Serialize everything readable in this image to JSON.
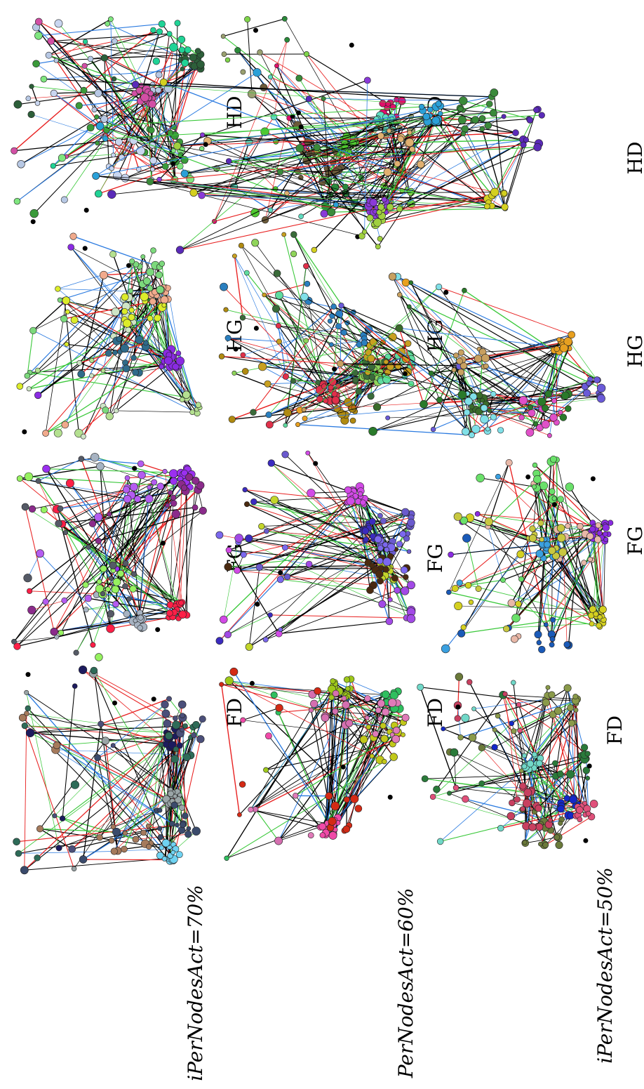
{
  "rows": [
    {
      "label": "iPerNodesAct=70%",
      "panels": [
        {
          "label": "FD",
          "palette": [
            "#1d1b5e",
            "#6fd3f2",
            "#9aa5a7",
            "#a57a5c",
            "#3a4a6b",
            "#2e6b58",
            "#4b4f7a"
          ]
        },
        {
          "label": "FG",
          "palette": [
            "#ff1f47",
            "#a7b3c2",
            "#9b30f0",
            "#8b2b8b",
            "#96f260",
            "#555a66",
            "#b45cf0"
          ]
        },
        {
          "label": "HG",
          "palette": [
            "#8a2be2",
            "#f0aa8c",
            "#b4e090",
            "#cfe5c6",
            "#dcec2a",
            "#2f6b8a",
            "#7cd97c"
          ]
        },
        {
          "label": "HD",
          "palette": [
            "#b7c8e4",
            "#2d5f3a",
            "#d24fa5",
            "#20d396",
            "#7fe67f",
            "#3a9a3a",
            "#c9d6f0"
          ]
        }
      ]
    },
    {
      "label": "PerNodesAct=60%",
      "panels": [
        {
          "label": "FD",
          "palette": [
            "#f04aa8",
            "#9ec81a",
            "#2fbf5f",
            "#d56fb0",
            "#d42a15",
            "#c2c81a",
            "#e07ab8"
          ]
        },
        {
          "label": "FG",
          "palette": [
            "#3b2bbf",
            "#c3d62a",
            "#d24ae6",
            "#6a5acd",
            "#4a2a10",
            "#7b68ee",
            "#a24ae6"
          ]
        },
        {
          "label": "HG",
          "palette": [
            "#e0304a",
            "#8fd45a",
            "#b08a10",
            "#5fdca0",
            "#2a7fbf",
            "#3a6b3a",
            "#c8a020"
          ]
        },
        {
          "label": "HD",
          "palette": [
            "#e0106a",
            "#5fdcc0",
            "#4fc830",
            "#6b5a3a",
            "#9aa070",
            "#2a8a3a",
            "#7fd44a"
          ]
        }
      ]
    },
    {
      "label": "iPerNodesAct=50%",
      "panels": [
        {
          "label": "FD",
          "palette": [
            "#1428c8",
            "#e0507a",
            "#70d8c8",
            "#6b7a3a",
            "#2a7a3a",
            "#c84060",
            "#8a9a4a"
          ]
        },
        {
          "label": "FG",
          "palette": [
            "#3aa0e0",
            "#d4d020",
            "#8a2be2",
            "#e8b8a8",
            "#6ae06a",
            "#1a5ab8",
            "#c8c840"
          ]
        },
        {
          "label": "HG",
          "palette": [
            "#6a5ad8",
            "#e8a020",
            "#3a6b2a",
            "#e050c8",
            "#80e0e8",
            "#2a7a2a",
            "#c8a060"
          ]
        },
        {
          "label": "HD",
          "palette": [
            "#8a3ad8",
            "#d4d020",
            "#2aa0d8",
            "#e0b070",
            "#3a8a3a",
            "#5a2ab8",
            "#a0d040"
          ]
        }
      ]
    }
  ]
}
